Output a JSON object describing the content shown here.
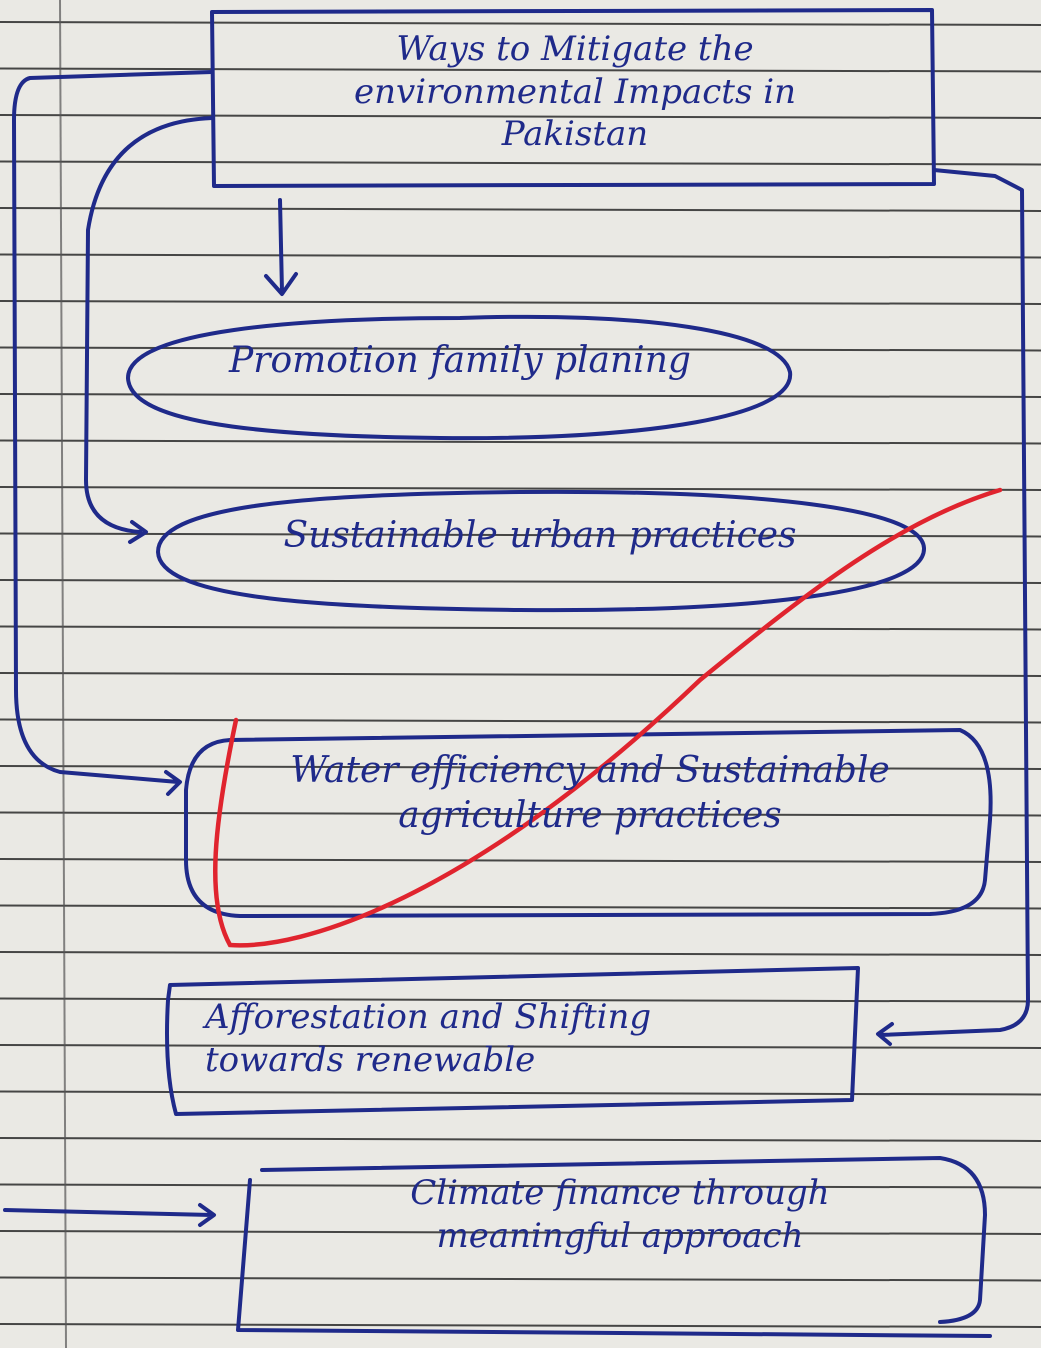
{
  "diagram": {
    "title": "Ways to Mitigate the\nenvironmental Impacts in\nPakistan",
    "nodes": [
      {
        "id": "n1",
        "label": "Promotion family planing"
      },
      {
        "id": "n2",
        "label": "Sustainable urban practices"
      },
      {
        "id": "n3",
        "label": "Water efficiency and Sustainable\nagriculture practices"
      },
      {
        "id": "n4",
        "label": "Afforestation and Shifting\ntowards renewable"
      },
      {
        "id": "n5",
        "label": "Climate finance through\nmeaningful approach"
      }
    ],
    "colors": {
      "ink": "#1f2a8a",
      "correction_mark": "#e0242e",
      "paper": "#eae9e4",
      "rule_lines": "#2a2a2a",
      "margin_line": "#555555"
    }
  }
}
